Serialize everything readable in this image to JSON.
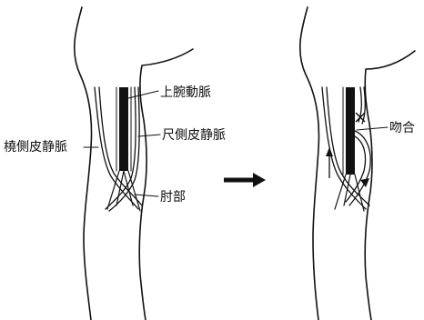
{
  "labels": {
    "brachial_artery": "上腕動脈",
    "basilic_vein": "尺側皮静脈",
    "cephalic_vein": "橈側皮静脈",
    "elbow": "肘部",
    "anastomosis": "吻合"
  },
  "colors": {
    "ink": "#111111",
    "background": "#ffffff"
  },
  "icons": [
    "right-arrow-icon",
    "up-arrow-icon",
    "down-arrow-icon",
    "ligature-x-icon"
  ]
}
